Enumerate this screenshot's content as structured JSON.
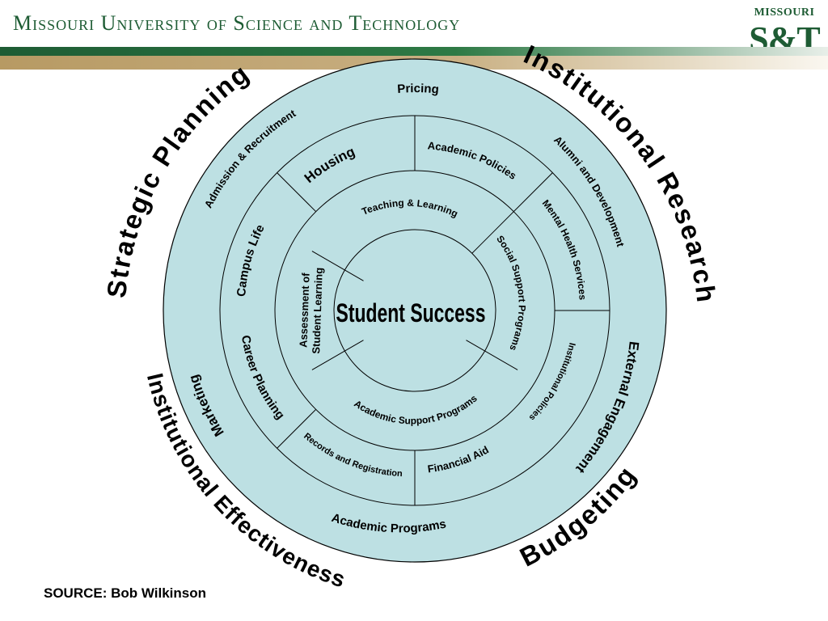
{
  "header": {
    "title": "Missouri University of Science and Technology",
    "logo_top": "MISSOURI",
    "logo_main": "S&T"
  },
  "colors": {
    "disc_fill": "#bde0e3",
    "stroke": "#000000",
    "brand_green": "#1e5c34",
    "brand_gold": "#b79a63"
  },
  "diagram": {
    "center_label": "Student Success",
    "outer_labels": {
      "strategic_planning": "Strategic Planning",
      "institutional_research": "Institutional Research",
      "institutional_effectiveness": "Institutional Effectiveness",
      "budgeting": "Budgeting"
    },
    "ring4": {
      "pricing": "Pricing",
      "alumni_development": "Alumni and Development",
      "external_engagement": "External Engagement",
      "academic_programs": "Academic Programs",
      "marketing": "Marketing",
      "admission_recruitment": "Admission & Recruitment"
    },
    "ring3": {
      "housing": "Housing",
      "academic_policies": "Academic Policies",
      "mental_health": "Mental Health Services",
      "institutional_policies": "Institutional Policies",
      "financial_aid": "Financial Aid",
      "records_registration": "Records and Registration",
      "career_planning": "Career Planning",
      "campus_life": "Campus Life"
    },
    "ring2": {
      "teaching_learning": "Teaching & Learning",
      "social_support": "Social Support Programs",
      "academic_support": "Academic Support Programs",
      "assessment_line1": "Assessment of",
      "assessment_line2": "Student Learning"
    }
  },
  "footer": {
    "source": "SOURCE: Bob Wilkinson"
  }
}
